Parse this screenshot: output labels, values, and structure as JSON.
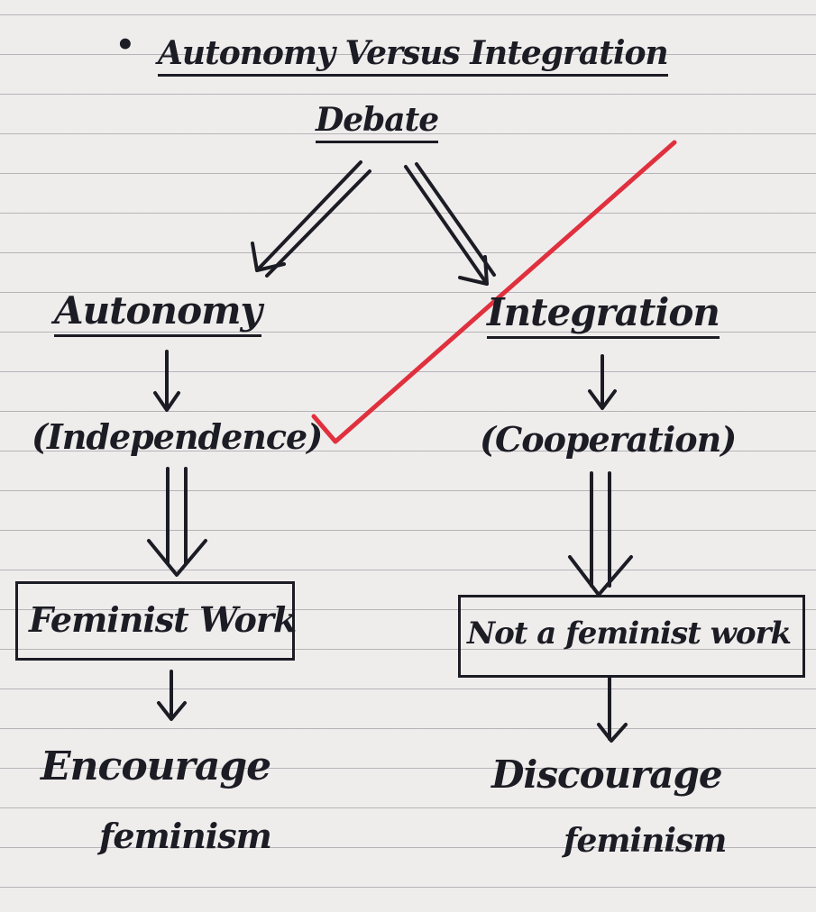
{
  "bullet": "•",
  "title_line1": "Autonomy Versus Integration",
  "title_line2": "Debate",
  "left": {
    "heading": "Autonomy",
    "paren": "(Independence)",
    "box": "Feminist Work",
    "result_line1": "Encourage",
    "result_line2": "feminism"
  },
  "right": {
    "heading": "Integration",
    "paren": "(Cooperation)",
    "box": "Not a feminist work",
    "result_line1": "Discourage",
    "result_line2": "feminism"
  },
  "colors": {
    "ink": "#1c1c24",
    "tick": "#e0303e",
    "paper": "#efedec"
  }
}
